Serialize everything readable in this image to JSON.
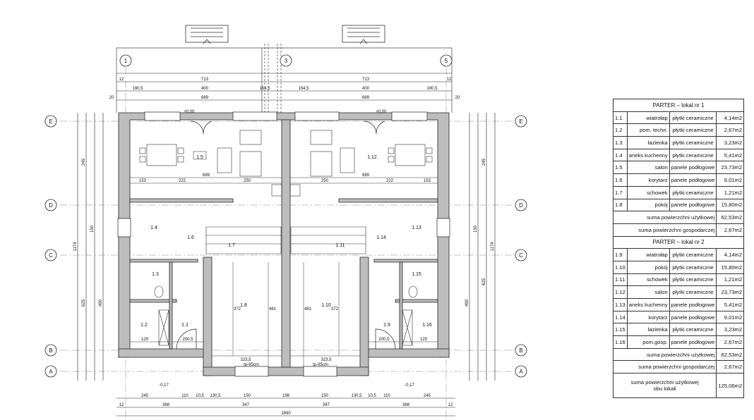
{
  "plan": {
    "axes_columns": [
      "1",
      "3",
      "5"
    ],
    "axes_rows": [
      "E",
      "D",
      "C",
      "B",
      "A"
    ],
    "rooms": [
      "1.1",
      "1.2",
      "1.3",
      "1.4",
      "1.5",
      "1.6",
      "1.7",
      "1.8",
      "1.9",
      "1.10",
      "1.11",
      "1.12",
      "1.13",
      "1.14",
      "1.15",
      "1.16"
    ],
    "top_dims": {
      "row1": [
        "713",
        "713"
      ],
      "row2": [
        "190,5",
        "400",
        "154,5",
        "154,5",
        "400",
        "190,5"
      ],
      "row3": [
        "689",
        "689"
      ],
      "ends": [
        "12",
        "12",
        "20",
        "20"
      ]
    },
    "bottom_dims": {
      "row1": [
        "245",
        "110",
        "10,5",
        "130,5",
        "150",
        "198",
        "150",
        "130,5",
        "10,5",
        "110",
        "245"
      ],
      "row2": [
        "368",
        "347",
        "347",
        "368"
      ],
      "row3": "1690",
      "ends": [
        "12",
        "12"
      ]
    },
    "inner_dims": [
      "689",
      "153",
      "222",
      "250",
      "250",
      "222",
      "153",
      "323,5",
      "323,5",
      "200,5",
      "200,5",
      "129",
      "129",
      "481",
      "481",
      "372",
      "372"
    ],
    "side_dims": [
      "1174",
      "1174",
      "625",
      "625",
      "245",
      "245",
      "150",
      "150",
      "490",
      "490"
    ],
    "levels": [
      "±0,00",
      "±0,00",
      "-0,17",
      "-0,17"
    ],
    "window_labels": [
      "tp-95cm",
      "tp-95cm"
    ]
  },
  "table": {
    "lokal1_title": "PARTER – lokal nr 1",
    "lokal1_rows": [
      {
        "num": "1.1",
        "name": "wiatrołap",
        "material": "płytki ceramiczne",
        "area": "4,14m2"
      },
      {
        "num": "1.2",
        "name": "pom. techn.",
        "material": "płytki ceramiczne",
        "area": "2,67m2"
      },
      {
        "num": "1.3",
        "name": "łazienka",
        "material": "płytki ceramiczne",
        "area": "3,23m2"
      },
      {
        "num": "1.4",
        "name": "aneks kuchenny",
        "material": "płytki ceramiczne",
        "area": "5,41m2"
      },
      {
        "num": "1.5",
        "name": "salon",
        "material": "panele podłogowe",
        "area": "23,73m2"
      },
      {
        "num": "1.6",
        "name": "korytarz",
        "material": "panele podłogowe",
        "area": "9,01m2"
      },
      {
        "num": "1.7",
        "name": "schowek",
        "material": "płytki ceramiczne",
        "area": "1,21m2"
      },
      {
        "num": "1.8",
        "name": "pokój",
        "material": "panele podłogowe",
        "area": "15,80m2"
      }
    ],
    "lokal1_sum_usable_label": "suma powierzchni użytkowej",
    "lokal1_sum_usable": "62,53m2",
    "lokal1_sum_utility_label": "suma powierzchni gospodarczej",
    "lokal1_sum_utility": "2,67m2",
    "lokal2_title": "PARTER – lokal nr 2",
    "lokal2_rows": [
      {
        "num": "1.9",
        "name": "wiatrołap",
        "material": "płytki ceramiczne",
        "area": "4,14m2"
      },
      {
        "num": "1.10",
        "name": "pokój",
        "material": "płytki ceramiczne",
        "area": "15,80m2"
      },
      {
        "num": "1.11",
        "name": "schowek",
        "material": "płytki ceramiczne",
        "area": "1,21m2"
      },
      {
        "num": "1.12",
        "name": "salon",
        "material": "płytki ceramiczne",
        "area": "23,73m2"
      },
      {
        "num": "1.13",
        "name": "aneks kuchenny",
        "material": "panele podłogowe",
        "area": "5,41m2"
      },
      {
        "num": "1.14",
        "name": "korytarz",
        "material": "panele podłogowe",
        "area": "9,01m2"
      },
      {
        "num": "1.15",
        "name": "łazienka",
        "material": "płytki ceramiczne",
        "area": "3,23m2"
      },
      {
        "num": "1.16",
        "name": "pom.gosp.",
        "material": "panele podłogowe",
        "area": "2,67m2"
      }
    ],
    "lokal2_sum_usable_label": "suma powierzchni użytkowej",
    "lokal2_sum_usable": "62,53m2",
    "lokal2_sum_utility_label": "suma powierzchni gospodarczej",
    "lokal2_sum_utility": "2,67m2",
    "total_label_1": "suma powierzchni użytkowej",
    "total_label_2": "obu lokali",
    "total_value": "125,06m2"
  }
}
